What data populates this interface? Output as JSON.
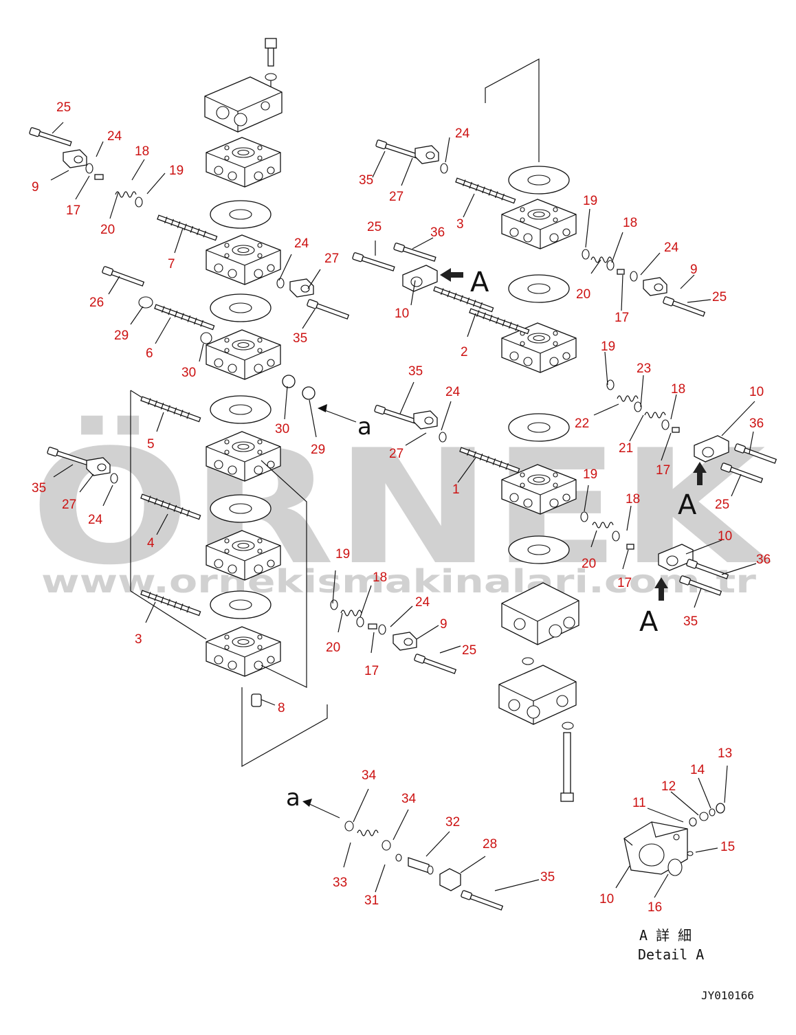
{
  "watermark": {
    "brand": "ÖRNEK",
    "url": "www.ornekismakinalari.com.tr"
  },
  "detail": {
    "title_jp": "A 詳 細",
    "title_en": "Detail A"
  },
  "drawing_code": "JY010166",
  "view_letters": {
    "arrow_a_upper": "A",
    "arrow_a_mid": "A",
    "arrow_a_lower": "A",
    "ref_a_mid": "a",
    "ref_a_lower": "a"
  },
  "callouts": [
    {
      "id": "c1",
      "text": "25"
    },
    {
      "id": "c2",
      "text": "24"
    },
    {
      "id": "c3",
      "text": "18"
    },
    {
      "id": "c4",
      "text": "19"
    },
    {
      "id": "c5",
      "text": "9"
    },
    {
      "id": "c6",
      "text": "17"
    },
    {
      "id": "c7",
      "text": "20"
    },
    {
      "id": "c8",
      "text": "7"
    },
    {
      "id": "c9",
      "text": "24"
    },
    {
      "id": "c10",
      "text": "27"
    },
    {
      "id": "c11",
      "text": "26"
    },
    {
      "id": "c12",
      "text": "29"
    },
    {
      "id": "c13",
      "text": "6"
    },
    {
      "id": "c14",
      "text": "35"
    },
    {
      "id": "c15",
      "text": "30"
    },
    {
      "id": "c16",
      "text": "30"
    },
    {
      "id": "c17",
      "text": "29"
    },
    {
      "id": "c18",
      "text": "5"
    },
    {
      "id": "c19",
      "text": "35"
    },
    {
      "id": "c20",
      "text": "27"
    },
    {
      "id": "c21",
      "text": "24"
    },
    {
      "id": "c22",
      "text": "4"
    },
    {
      "id": "c23",
      "text": "3"
    },
    {
      "id": "c24",
      "text": "19"
    },
    {
      "id": "c25",
      "text": "18"
    },
    {
      "id": "c26",
      "text": "24"
    },
    {
      "id": "c27",
      "text": "20"
    },
    {
      "id": "c28",
      "text": "9"
    },
    {
      "id": "c29",
      "text": "25"
    },
    {
      "id": "c30",
      "text": "17"
    },
    {
      "id": "c31",
      "text": "8"
    },
    {
      "id": "c32",
      "text": "24"
    },
    {
      "id": "c33",
      "text": "35"
    },
    {
      "id": "c34",
      "text": "27"
    },
    {
      "id": "c35",
      "text": "3"
    },
    {
      "id": "c36",
      "text": "25"
    },
    {
      "id": "c37",
      "text": "36"
    },
    {
      "id": "c38",
      "text": "10"
    },
    {
      "id": "c39",
      "text": "2"
    },
    {
      "id": "c40",
      "text": "19"
    },
    {
      "id": "c41",
      "text": "18"
    },
    {
      "id": "c42",
      "text": "24"
    },
    {
      "id": "c43",
      "text": "9"
    },
    {
      "id": "c44",
      "text": "25"
    },
    {
      "id": "c45",
      "text": "20"
    },
    {
      "id": "c46",
      "text": "17"
    },
    {
      "id": "c47",
      "text": "19"
    },
    {
      "id": "c48",
      "text": "23"
    },
    {
      "id": "c49",
      "text": "18"
    },
    {
      "id": "c50",
      "text": "10"
    },
    {
      "id": "c51",
      "text": "36"
    },
    {
      "id": "c52",
      "text": "22"
    },
    {
      "id": "c53",
      "text": "21"
    },
    {
      "id": "c54",
      "text": "17"
    },
    {
      "id": "c55",
      "text": "25"
    },
    {
      "id": "c56",
      "text": "35"
    },
    {
      "id": "c57",
      "text": "24"
    },
    {
      "id": "c58",
      "text": "27"
    },
    {
      "id": "c59",
      "text": "1"
    },
    {
      "id": "c60",
      "text": "19"
    },
    {
      "id": "c61",
      "text": "18"
    },
    {
      "id": "c62",
      "text": "20"
    },
    {
      "id": "c63",
      "text": "17"
    },
    {
      "id": "c64",
      "text": "10"
    },
    {
      "id": "c65",
      "text": "36"
    },
    {
      "id": "c66",
      "text": "35"
    },
    {
      "id": "c67",
      "text": "34"
    },
    {
      "id": "c68",
      "text": "34"
    },
    {
      "id": "c69",
      "text": "32"
    },
    {
      "id": "c70",
      "text": "28"
    },
    {
      "id": "c71",
      "text": "35"
    },
    {
      "id": "c72",
      "text": "33"
    },
    {
      "id": "c73",
      "text": "31"
    },
    {
      "id": "c74",
      "text": "13"
    },
    {
      "id": "c75",
      "text": "14"
    },
    {
      "id": "c76",
      "text": "12"
    },
    {
      "id": "c77",
      "text": "11"
    },
    {
      "id": "c78",
      "text": "15"
    },
    {
      "id": "c79",
      "text": "10"
    },
    {
      "id": "c80",
      "text": "16"
    }
  ]
}
